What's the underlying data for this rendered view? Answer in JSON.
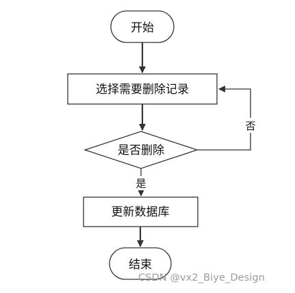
{
  "nodes": {
    "start": "开始",
    "select_record": "选择需要删除记录",
    "confirm_delete": "是否删除",
    "update_db": "更新数据库",
    "end": "结束"
  },
  "edges": {
    "yes_label": "是",
    "no_label": "否"
  },
  "watermark": "CSDN @vx2_Biye_Design"
}
